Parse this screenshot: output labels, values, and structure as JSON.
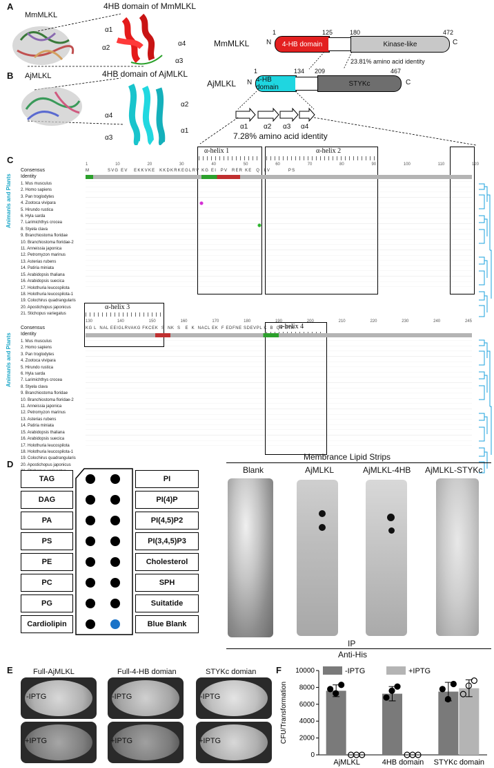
{
  "panel_labels": {
    "a": "A",
    "b": "B",
    "c": "C",
    "d": "D",
    "e": "E",
    "f": "F"
  },
  "panelA": {
    "organism": "MmMLKL",
    "domain_title": "4HB domain of MmMLKL",
    "helices": [
      "α1",
      "α4",
      "α2",
      "α3"
    ],
    "scheme": {
      "name": "MmMLKL",
      "n": "N",
      "c": "C",
      "pos_start": "1",
      "pos_a": "125",
      "pos_b": "180",
      "pos_end": "472",
      "dom1": "4-HB domain",
      "dom2": "Kinase-like",
      "dom1_color": "#e32020",
      "dom2_color": "#c8c8c8"
    },
    "identity": "23.81% amino acid identity"
  },
  "panelB": {
    "organism": "AjMLKL",
    "domain_title": "4HB domain of AjMLKL",
    "helices": [
      "α2",
      "α4",
      "α1",
      "α3"
    ],
    "scheme": {
      "name": "AjMLKL",
      "n": "N",
      "c": "C",
      "pos_start": "1",
      "pos_a": "134",
      "pos_b": "209",
      "pos_end": "467",
      "dom1": "4-HB domain",
      "dom2": "STYKc",
      "dom1_color": "#1fd6e0",
      "dom2_color": "#6e6e6e"
    },
    "arrows": [
      "α1",
      "α2",
      "α3",
      "α4"
    ],
    "identity": "7.28% amino acid identity"
  },
  "panelC": {
    "block1": {
      "helix_labels": [
        "α-helix 1",
        "α-helix 2"
      ],
      "ruler": [
        "1",
        "10",
        "20",
        "30",
        "40",
        "50",
        "60",
        "70",
        "80",
        "90",
        "100",
        "110",
        "120"
      ],
      "consensus_label": "Consensus",
      "identity_label": "Identity",
      "consensus_text": "M         SVG EV   EKKVKE  KKDKRKEGLRV KG EI  PV  RER KE  Q  LV         PS"
    },
    "block2": {
      "helix_labels": [
        "α-helix 3",
        "α-helix 4"
      ],
      "ruler": [
        "130",
        "140",
        "150",
        "160",
        "170",
        "180",
        "190",
        "200",
        "210",
        "220",
        "230",
        "240",
        "245"
      ],
      "consensus_label": "Consensus",
      "identity_label": "Identity",
      "consensus_text": "KG L  NAL EEIGLRVAKG FKCEK  S  NK  S   E  K  NACL EK  F EDFNE SDEVPL K  B  QV STR"
    },
    "side_label": "Animanls and Plants",
    "species": [
      "1. Mus musculus",
      "2. Homo sapiens",
      "3. Pan troglodytes",
      "4. Zootoca vivipara",
      "5. Hirundo rustica",
      "6. Hyla sarda",
      "7. Larimichthys crocea",
      "8. Styela clava",
      "9. Branchiostoma floridae",
      "10. Branchiostoma floridae-2",
      "11. Anneissia japonica",
      "12. Petromyzon marinus",
      "13. Asterias rubens",
      "14. Patiria miniata",
      "15. Arabidopsis thaliana",
      "16. Arabidopsis suecica",
      "17. Holothuria leucospilota",
      "18. Holothuria leucospilota-1",
      "19. Colochirus quadrangularis",
      "20. Apostichopus japonicus",
      "21. Stichopus variegatus"
    ]
  },
  "panelD": {
    "title": "Membrance Lipid Strips",
    "left_lipids": [
      "TAG",
      "DAG",
      "PA",
      "PS",
      "PE",
      "PC",
      "PG",
      "Cardiolipin"
    ],
    "right_lipids": [
      "PI",
      "PI(4)P",
      "PI(4,5)P2",
      "PI(3,4,5)P3",
      "Cholesterol",
      "SPH",
      "Suitatide",
      "Blue Blank"
    ],
    "blue_dot_color": "#1a73c8",
    "strips": [
      "Blank",
      "AjMLKL",
      "AjMLKL-4HB",
      "AjMLKL-STYKc"
    ],
    "ip": "IP",
    "antihis": "Anti-His"
  },
  "panelE": {
    "columns": [
      "Full-AjMLKL",
      "Full-4-HB domian",
      "STYKc domian"
    ],
    "rows": [
      "-IPTG",
      "+IPTG"
    ]
  },
  "panelF": {
    "legend": [
      "-IPTG",
      "+IPTG"
    ],
    "chart_data": {
      "type": "bar",
      "categories": [
        "AjMLKL",
        "4HB domain",
        "STYKc domain"
      ],
      "series": [
        {
          "name": "-IPTG",
          "values": [
            7600,
            7250,
            7500
          ],
          "color": "#7a7a7a"
        },
        {
          "name": "+IPTG",
          "values": [
            0,
            0,
            7900
          ],
          "color": "#b4b4b4"
        }
      ],
      "errors": [
        [
          700,
          850,
          1100
        ],
        [
          0,
          0,
          1000
        ]
      ],
      "points": [
        [
          [
            7800,
            7300,
            8300
          ],
          [
            6800,
            7600,
            8100
          ],
          [
            7800,
            6600,
            8400
          ]
        ],
        [
          [
            0,
            0,
            0
          ],
          [
            0,
            0,
            0
          ],
          [
            7200,
            8200,
            8800
          ]
        ]
      ],
      "ylabel": "CFU/Transformation",
      "yticks": [
        "0",
        "2000",
        "4000",
        "6000",
        "8000",
        "10000"
      ],
      "ylim": [
        0,
        10000
      ]
    }
  }
}
